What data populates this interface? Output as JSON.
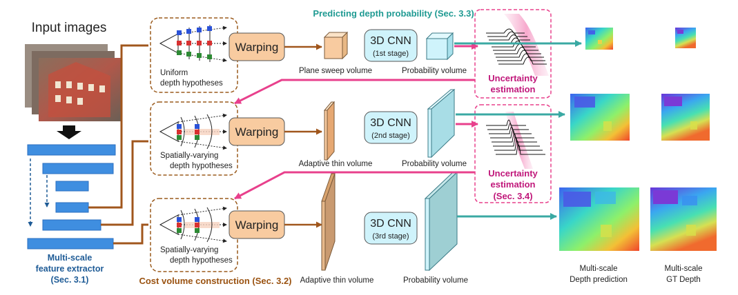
{
  "titles": {
    "input_images": "Input images",
    "predicting": "Predicting depth probability (Sec. 3.3)",
    "cost_volume": "Cost volume construction (Sec. 3.2)"
  },
  "extractor": {
    "line1": "Multi-scale",
    "line2": "feature extractor",
    "line3": "(Sec. 3.1)"
  },
  "hypotheses": {
    "stage1": [
      "Uniform",
      "depth hypotheses"
    ],
    "stage2": [
      "Spatially-varying",
      "depth hypotheses"
    ],
    "stage3": [
      "Spatially-varying",
      "depth hypotheses"
    ]
  },
  "warping_label": "Warping",
  "volumes": {
    "stage1_input": "Plane sweep volume",
    "stage2_input": "Adaptive thin volume",
    "stage3_input": "Adaptive thin volume",
    "probability": "Probability volume"
  },
  "cnn": {
    "title": "3D CNN",
    "stage1": "(1st stage)",
    "stage2": "(2nd stage)",
    "stage3": "(3rd  stage)"
  },
  "uncertainty": {
    "line1": "Uncertainty",
    "line2": "estimation",
    "sec": "(Sec. 3.4)"
  },
  "outputs": {
    "pred_line1": "Multi-scale",
    "pred_line2": "Depth prediction",
    "gt_line1": "Multi-scale",
    "gt_line2": "GT Depth"
  },
  "colors": {
    "brown": "#a0561c",
    "teal": "#3aa9a3",
    "magenta": "#e8408c",
    "extractor_blue": "#3f8ee0",
    "extractor_text": "#1e5b96",
    "warp_fill": "#f8cba0",
    "cnn_fill": "#cff3fb",
    "uncert_text": "#c0177a",
    "pred_text": "#1f9a92",
    "cost_text": "#9a5210"
  }
}
